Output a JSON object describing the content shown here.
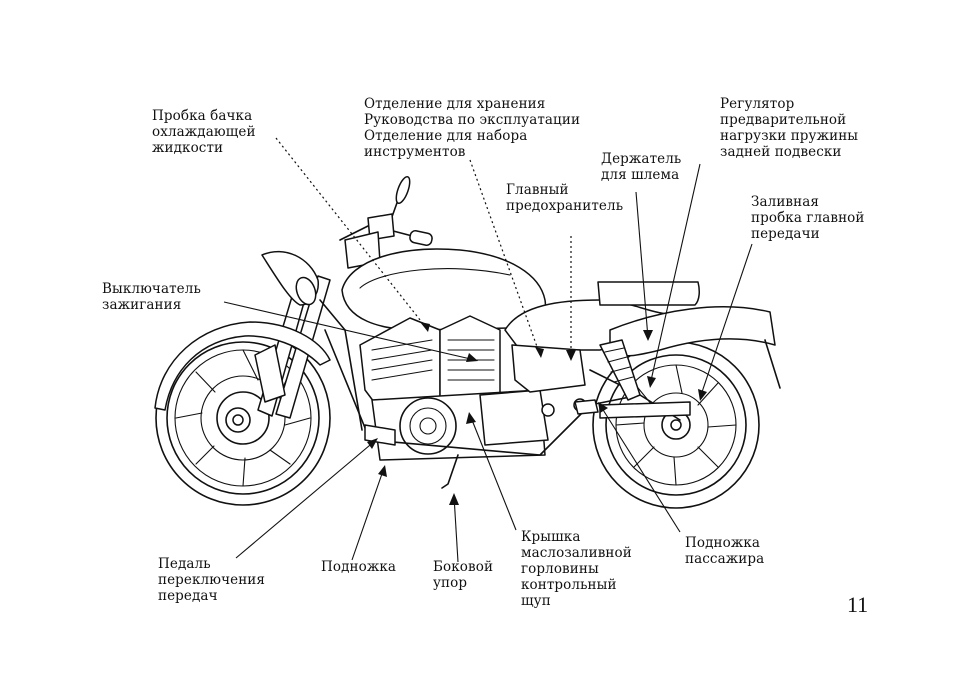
{
  "labels": {
    "coolant_cap": "Пробка бачка\nохлаждающей\nжидкости",
    "storage": "Отделение для хранения\nРуководства по эксплуатации\nОтделение для набора\nинструментов",
    "main_fuse": "Главный\nпредохранитель",
    "helmet_holder": "Держатель\nдля шлема",
    "spring_adjuster": "Регулятор\nпредварительной\nнагрузки пружины\nзадней подвески",
    "final_drive_cap": "Заливная\nпробка главной\nпередачи",
    "ignition_switch": "Выключатель\nзажигания",
    "gearshift_pedal": "Педаль\nпереключения\nпередач",
    "footpeg": "Подножка",
    "side_stand": "Боковой\nупор",
    "oil_filler": "Крышка\nмаслозаливной\nгорловины\nконтрольный\nщуп",
    "passenger_footpeg": "Подножка\nпассажира"
  },
  "page_number": "11"
}
